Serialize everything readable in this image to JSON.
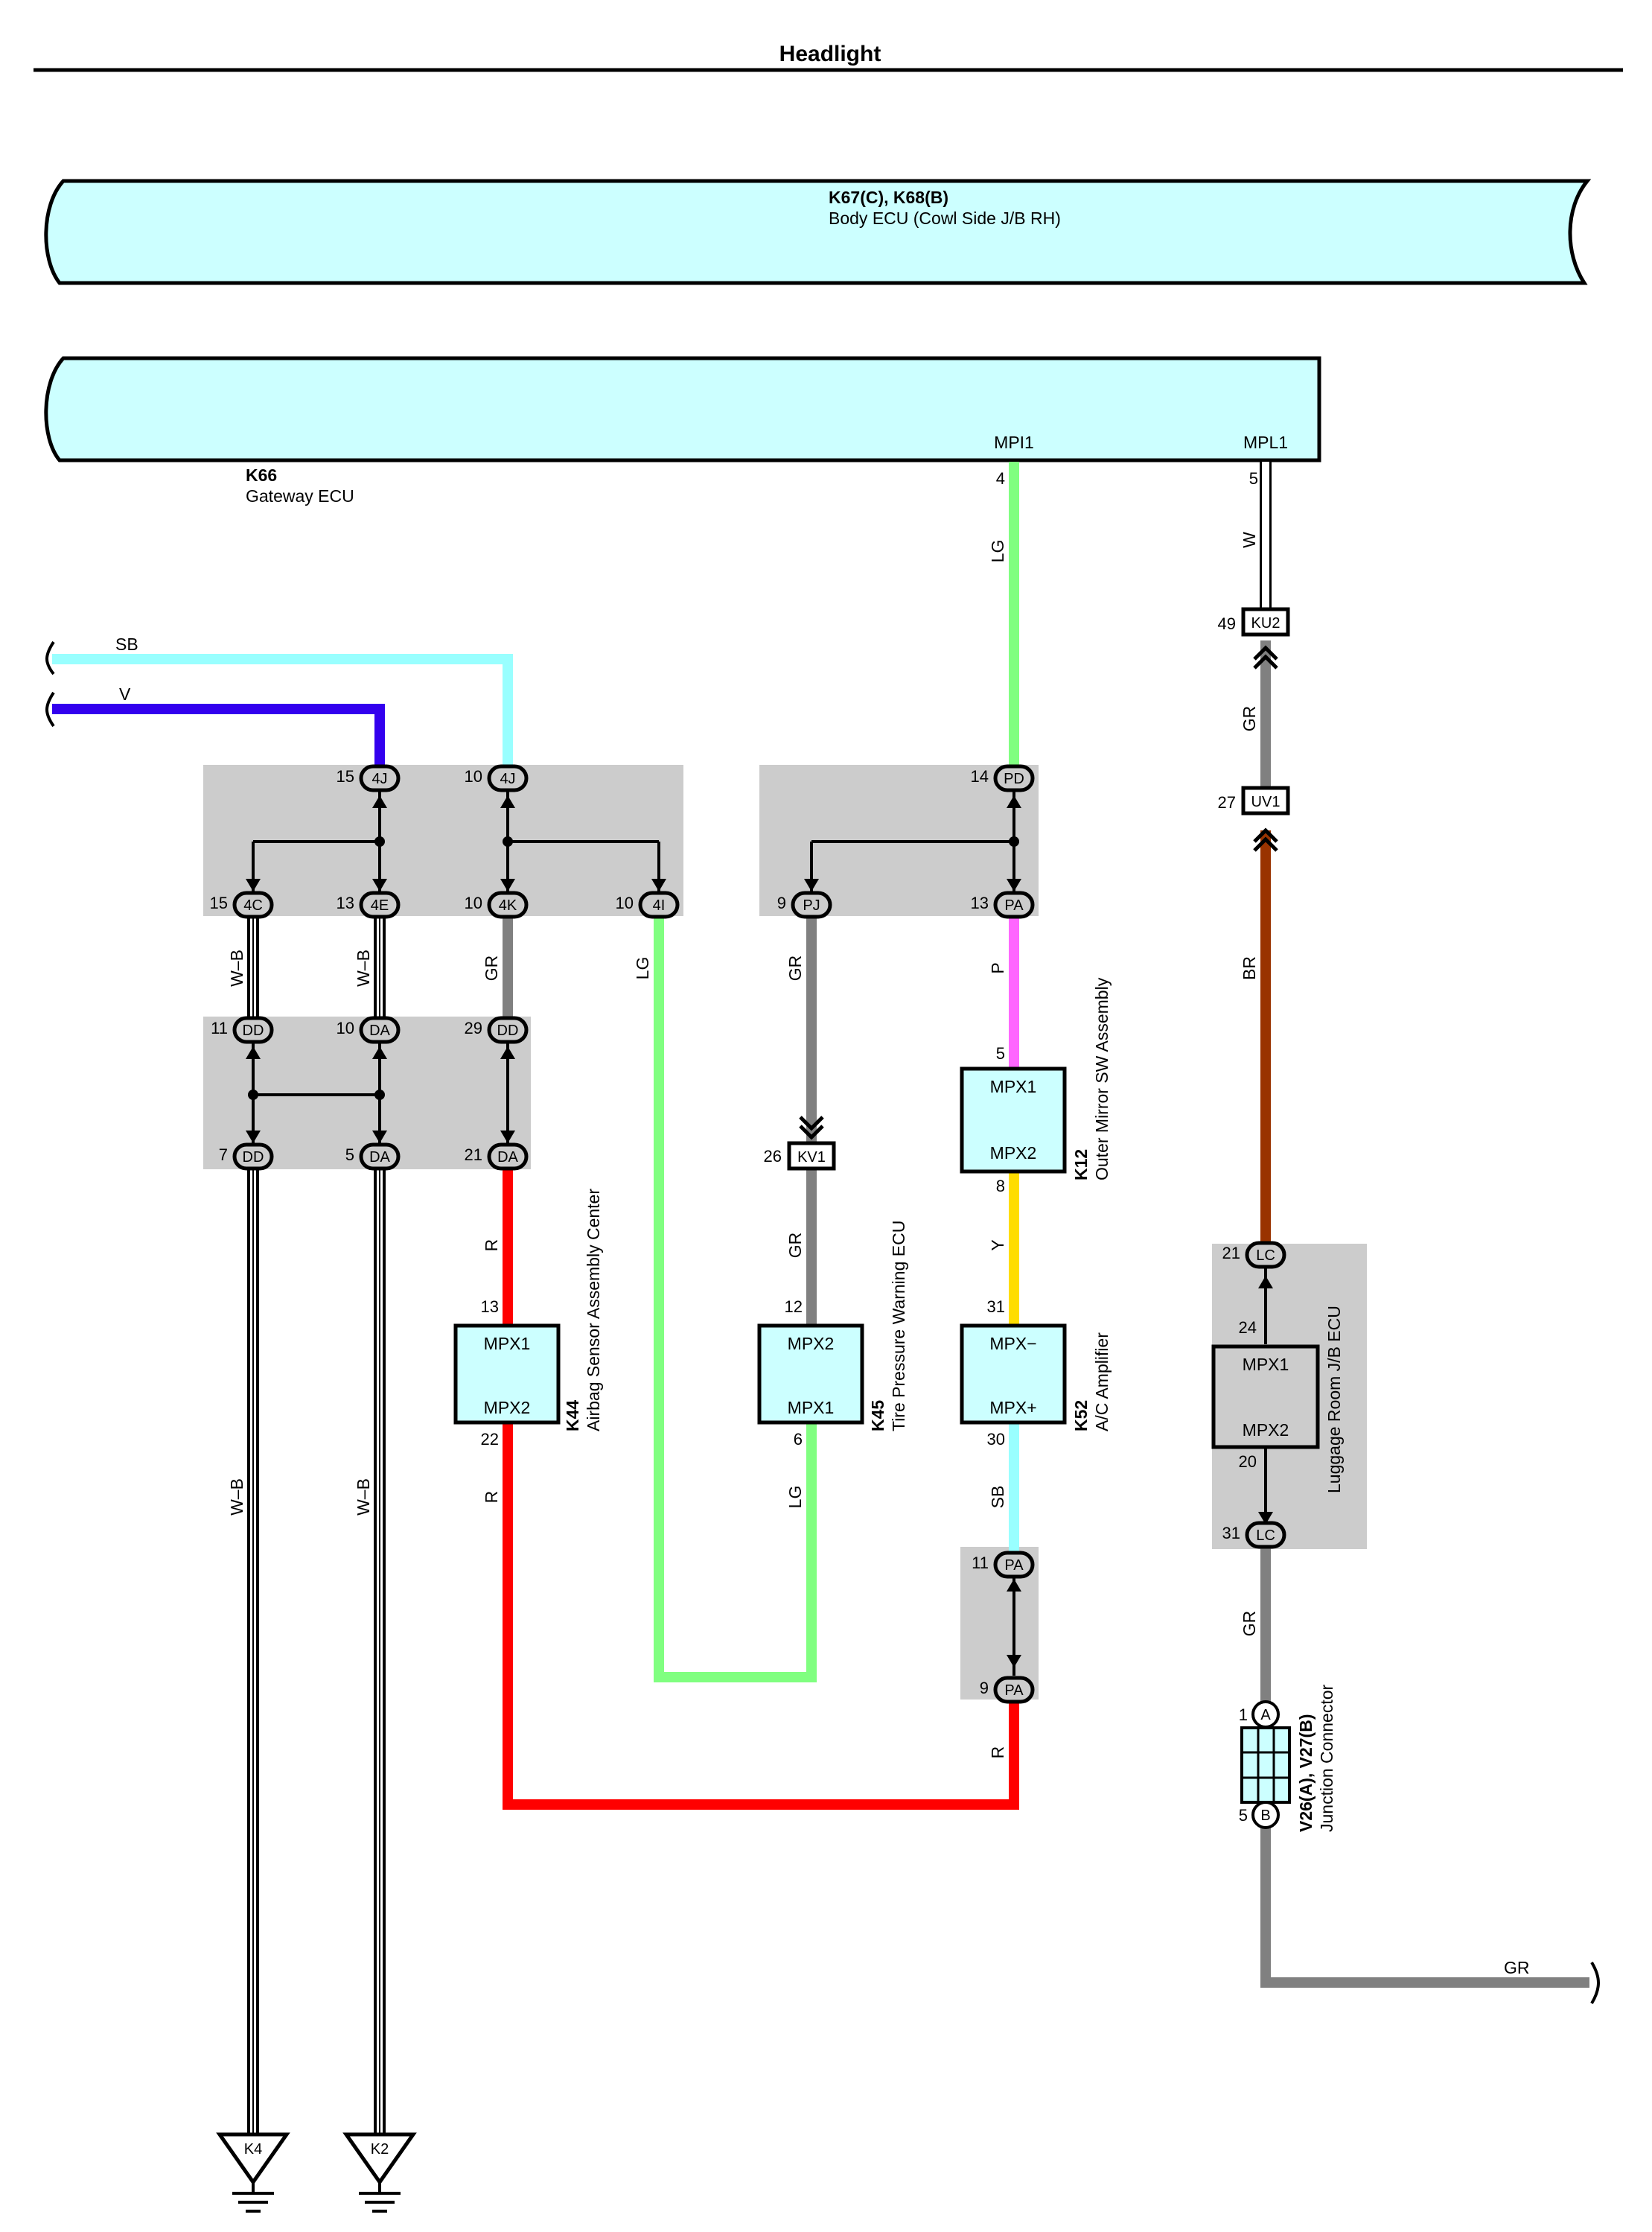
{
  "title": "Headlight",
  "colors": {
    "ecu_fill": "#ccffff",
    "junction_fill": "#cccccc",
    "LG": "#80ff80",
    "SB": "#99ffff",
    "V": "#3300ee",
    "GR": "#808080",
    "R": "#ff0000",
    "P": "#ff66ff",
    "Y": "#ffdd00",
    "BR": "#993300",
    "W": "#ffffff"
  },
  "components": {
    "body_ecu": {
      "code": "K67(C), K68(B)",
      "name": "Body ECU (Cowl Side J/B RH)"
    },
    "gateway_ecu": {
      "code": "K66",
      "name": "Gateway ECU",
      "pin_mpi1": "MPI1",
      "pin_mpl1": "MPL1"
    },
    "airbag": {
      "code": "K44",
      "name": "Airbag Sensor Assembly Center",
      "top": "MPX1",
      "bottom": "MPX2"
    },
    "tpms": {
      "code": "K45",
      "name": "Tire Pressure Warning ECU",
      "top": "MPX2",
      "bottom": "MPX1"
    },
    "mirror": {
      "code": "K12",
      "name": "Outer Mirror SW Assembly",
      "top": "MPX1",
      "bottom": "MPX2"
    },
    "ac_amp": {
      "code": "K52",
      "name": "A/C Amplifier",
      "top": "MPX−",
      "bottom": "MPX+"
    },
    "luggage": {
      "name": "Luggage Room J/B ECU",
      "top": "MPX1",
      "bottom": "MPX2"
    },
    "junction": {
      "code": "V26(A), V27(B)",
      "name": "Junction Connector"
    }
  },
  "connectors": {
    "j4J_15": "4J",
    "j4J_10": "4J",
    "j4C": "4C",
    "j4E": "4E",
    "j4K": "4K",
    "j4I": "4I",
    "jDD_11": "DD",
    "jDA_10": "DA",
    "jDD_29": "DD",
    "jDD_7": "DD",
    "jDA_5": "DA",
    "jDA_21": "DA",
    "jPD": "PD",
    "jPJ": "PJ",
    "jPA_13": "PA",
    "jPA_11": "PA",
    "jPA_9": "PA",
    "jKV1": "KV1",
    "jKU2": "KU2",
    "jUV1": "UV1",
    "jLC_21": "LC",
    "jLC_31": "LC",
    "jA": "A",
    "jB": "B",
    "gK4": "K4",
    "gK2": "K2"
  },
  "pins": {
    "p4": "4",
    "p5": "5",
    "p49": "49",
    "p27": "27",
    "p15a": "15",
    "p10a": "10",
    "p14": "14",
    "p15b": "15",
    "p13a": "13",
    "p10b": "10",
    "p10c": "10",
    "p9a": "9",
    "p13b": "13",
    "p11a": "11",
    "p10d": "10",
    "p29": "29",
    "p7": "7",
    "p5a": "5",
    "p21a": "21",
    "p26": "26",
    "p5b": "5",
    "p8": "8",
    "p13c": "13",
    "p12": "12",
    "p31a": "31",
    "p22": "22",
    "p6": "6",
    "p30": "30",
    "p11b": "11",
    "p9b": "9",
    "p21b": "21",
    "p24": "24",
    "p20": "20",
    "p31b": "31",
    "p1": "1",
    "p5c": "5"
  },
  "wire_labels": {
    "sb_top": "SB",
    "v_top": "V",
    "lg_mpi": "LG",
    "w_mpl": "W",
    "gr_ku2": "GR",
    "br_uv1": "BR",
    "wb1": "W–B",
    "wb2": "W–B",
    "gr_4k": "GR",
    "lg_4i": "LG",
    "gr_pj": "GR",
    "p_pa": "P",
    "r_da": "R",
    "gr_kv1": "GR",
    "y_mirror": "Y",
    "r_k44": "R",
    "lg_k45": "LG",
    "sb_k52": "SB",
    "wb3": "W–B",
    "wb4": "W–B",
    "r_pa": "R",
    "gr_lc": "GR",
    "gr_bottom": "GR"
  }
}
